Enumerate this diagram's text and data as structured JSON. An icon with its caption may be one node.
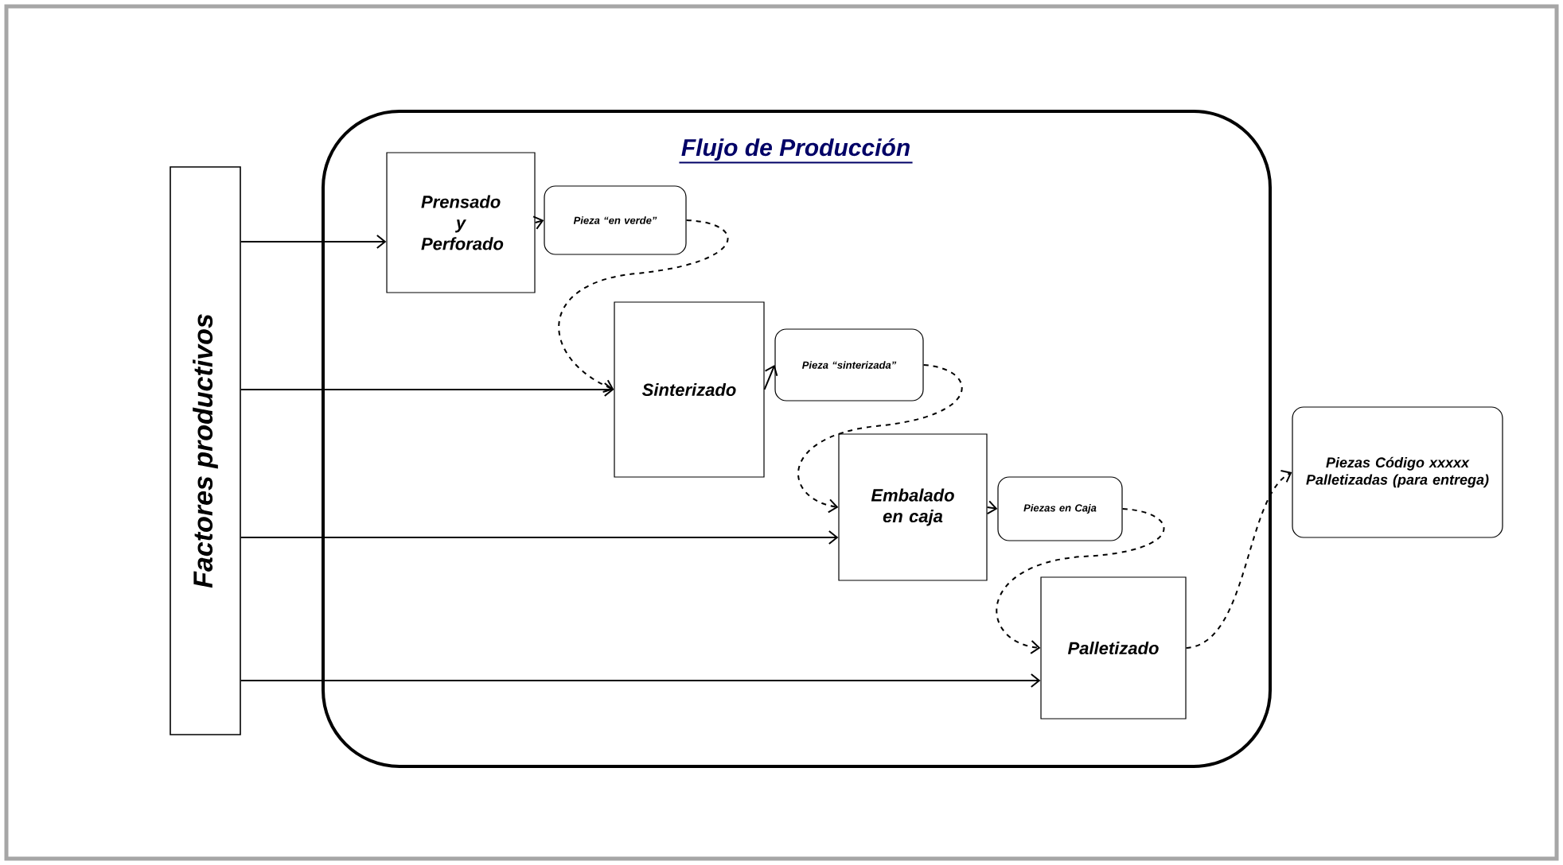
{
  "diagram": {
    "nodes": [
      {
        "text": [
          "Flujo de Producción"
        ]
      },
      {
        "text": [
          "Factores productivos"
        ]
      },
      {
        "text": [
          "Prensado y Perforado"
        ],
        "in": 0
      },
      {
        "text": [
          "Pieza “en verde”"
        ],
        "in": 0
      },
      {
        "text": [
          "Sinterizado"
        ],
        "in": 0
      },
      {
        "text": [
          "Pieza “sinterizada”"
        ],
        "in": 0
      },
      {
        "text": [
          "Embalado en caja"
        ],
        "in": 0
      },
      {
        "text": [
          "Piezas en Caja"
        ],
        "in": 0
      },
      {
        "text": [
          "Palletizado"
        ],
        "in": 0
      },
      {
        "text": [
          "Piezas Código xxxxx Palletizadas (para entrega)"
        ]
      }
    ],
    "edges": [
      {
        "from": 1,
        "to": 2,
        "arrow": "to"
      },
      {
        "from": 1,
        "to": 4,
        "arrow": "to"
      },
      {
        "from": 1,
        "to": 6,
        "arrow": "to"
      },
      {
        "from": 1,
        "to": 8,
        "arrow": "to"
      },
      {
        "from": 2,
        "to": 3,
        "arrow": "to"
      },
      {
        "from": 3,
        "to": 4,
        "arrow": "to",
        "style": "dashed"
      },
      {
        "from": 4,
        "to": 5,
        "arrow": "to"
      },
      {
        "from": 5,
        "to": 6,
        "arrow": "to",
        "style": "dashed"
      },
      {
        "from": 6,
        "to": 7,
        "arrow": "to"
      },
      {
        "from": 7,
        "to": 8,
        "arrow": "to",
        "style": "dashed"
      },
      {
        "from": 8,
        "to": 9,
        "arrow": "to",
        "style": "dashed"
      }
    ]
  }
}
